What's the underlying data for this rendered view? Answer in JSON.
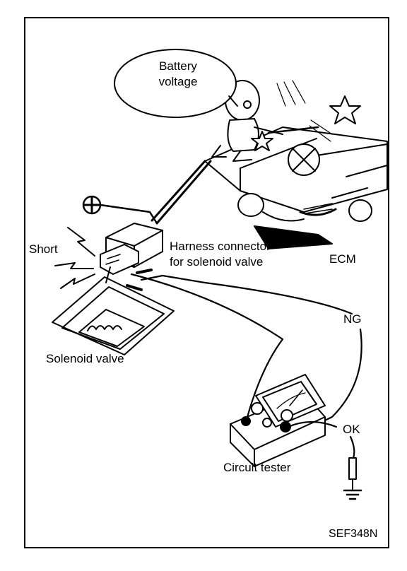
{
  "labels": {
    "battery_voltage_line1": "Battery",
    "battery_voltage_line2": "voltage",
    "short": "Short",
    "harness_connector_line1": "Harness connector",
    "harness_connector_line2": "for solenoid valve",
    "ecm": "ECM",
    "ng": "NG",
    "solenoid_valve": "Solenoid valve",
    "ok": "OK",
    "circuit_tester": "Circuit tester",
    "figure_code": "SEF348N"
  },
  "icons": {
    "battery_terminal": "plus-circle-icon",
    "ground": "ground-icon",
    "sparks": "lightning-bolt-icon",
    "stars": "star-icon"
  }
}
